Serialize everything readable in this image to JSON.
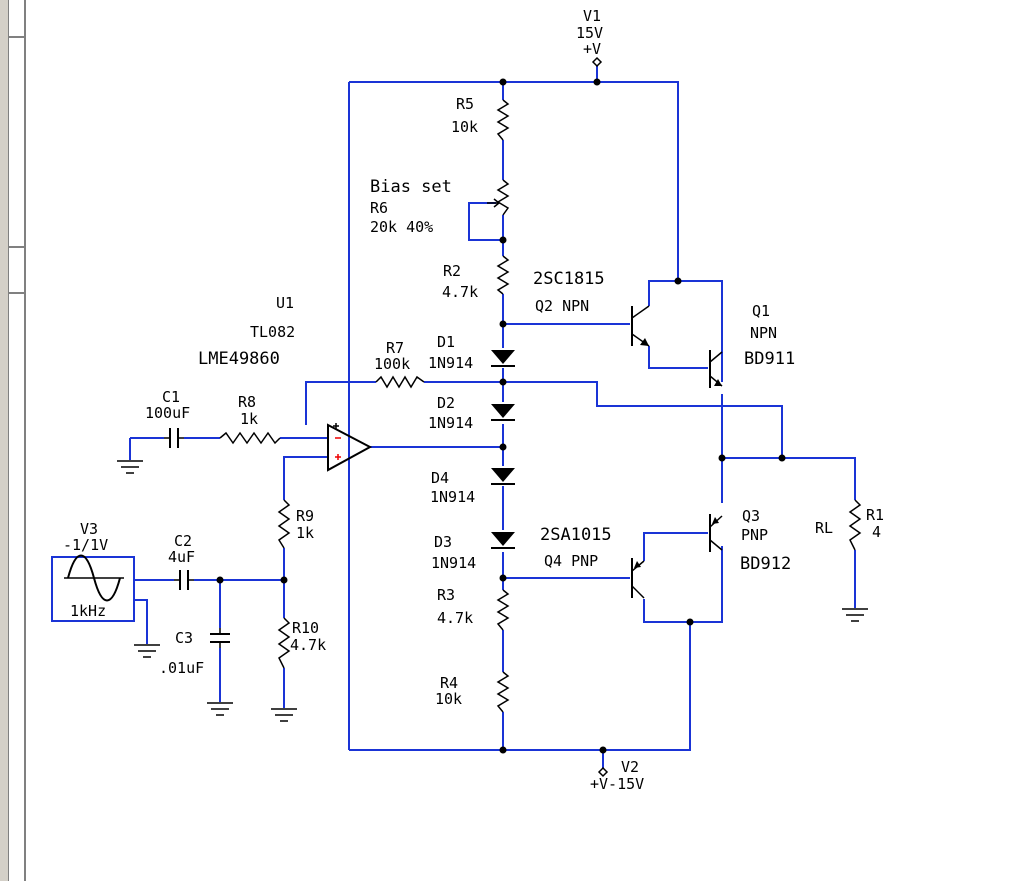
{
  "colors": {
    "wire": "#1a34d6",
    "part": "#000000",
    "background": "#ffffff",
    "opamp_plus": "#e00000"
  },
  "labels": {
    "v1_name": "V1",
    "v1_value": "15V",
    "v1_node": "+V",
    "v2_name": "V2",
    "v2_value": "+V-15V",
    "v3_name": "V3",
    "v3_value": "-1/1V",
    "v3_freq": "1kHz",
    "r5_name": "R5",
    "r5_value": "10k",
    "bias_title": "Bias set",
    "r6_name": "R6",
    "r6_value": "20k 40%",
    "r2_name": "R2",
    "r2_value": "4.7k",
    "q2_part": "2SC1815",
    "q2_name": "Q2 NPN",
    "q1_name": "Q1",
    "q1_type": "NPN",
    "q1_part": "BD911",
    "u1_name": "U1",
    "u1_part1": "TL082",
    "u1_part2": "LME49860",
    "r7_name": "R7",
    "r7_value": "100k",
    "d1_name": "D1",
    "d1_value": "1N914",
    "d2_name": "D2",
    "d2_value": "1N914",
    "d4_name": "D4",
    "d4_value": "1N914",
    "d3_name": "D3",
    "d3_value": "1N914",
    "c1_name": "C1",
    "c1_value": "100uF",
    "r8_name": "R8",
    "r8_value": "1k",
    "r9_name": "R9",
    "r9_value": "1k",
    "r10_name": "R10",
    "r10_value": "4.7k",
    "c2_name": "C2",
    "c2_value": "4uF",
    "c3_name": "C3",
    "c3_value": ".01uF",
    "q4_part": "2SA1015",
    "q4_name": "Q4 PNP",
    "q3_name": "Q3",
    "q3_type": "PNP",
    "q3_part": "BD912",
    "r3_name": "R3",
    "r3_value": "4.7k",
    "r4_name": "R4",
    "r4_value": "10k",
    "rl_label": "RL",
    "r1_name": "R1",
    "r1_value": "4"
  }
}
